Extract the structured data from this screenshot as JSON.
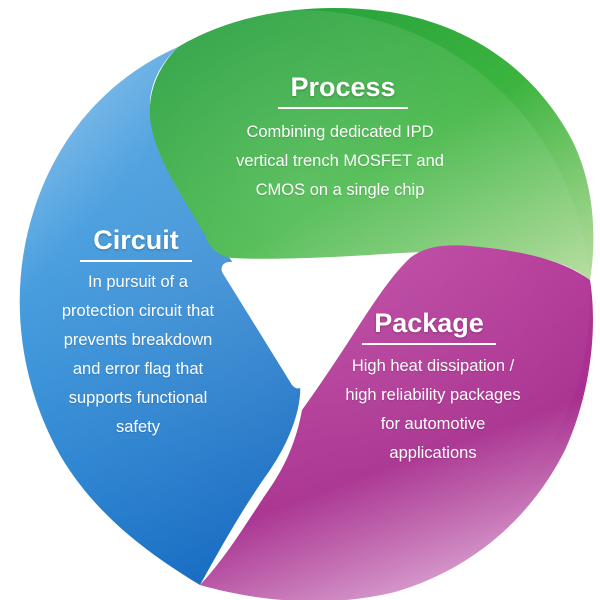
{
  "segments": [
    {
      "key": "process",
      "title": "Process",
      "lines": [
        "Combining dedicated IPD",
        "vertical trench MOSFET and",
        "CMOS on a single chip"
      ],
      "color": "#2ea83a"
    },
    {
      "key": "circuit",
      "title": "Circuit",
      "lines": [
        "In pursuit of a",
        "protection circuit that",
        "prevents breakdown",
        "and error flag that",
        "supports functional",
        "safety"
      ],
      "color": "#2a8ad6"
    },
    {
      "key": "package",
      "title": "Package",
      "lines": [
        "High heat dissipation /",
        "high reliability packages",
        "for automotive",
        "applications"
      ],
      "color": "#b0389a"
    }
  ]
}
